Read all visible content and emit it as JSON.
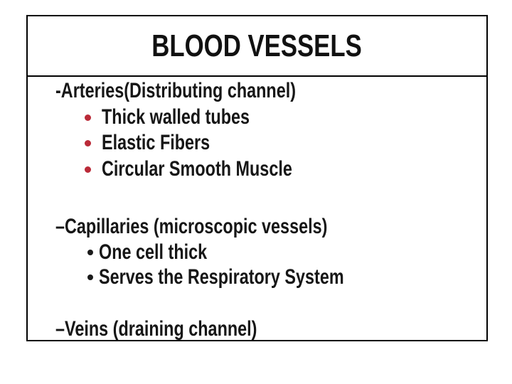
{
  "slide": {
    "title": "BLOOD VESSELS",
    "colors": {
      "page_background": "#ffffff",
      "box_border": "#000000",
      "text": "#161616",
      "bullet_red": "#BA2A38",
      "bullet_black": "#1a1a1a"
    },
    "sections": [
      {
        "heading": "-Arteries(Distributing channel)",
        "bullet_color": "#BA2A38",
        "items": [
          "Thick walled tubes",
          "Elastic Fibers",
          "Circular Smooth Muscle"
        ]
      },
      {
        "heading": "–Capillaries (microscopic vessels)",
        "bullet_color": "#1a1a1a",
        "items": [
          "One cell thick",
          "Serves the Respiratory System"
        ]
      },
      {
        "heading": "–Veins (draining channel)",
        "bullet_color": "#1a1a1a",
        "items": []
      }
    ]
  }
}
